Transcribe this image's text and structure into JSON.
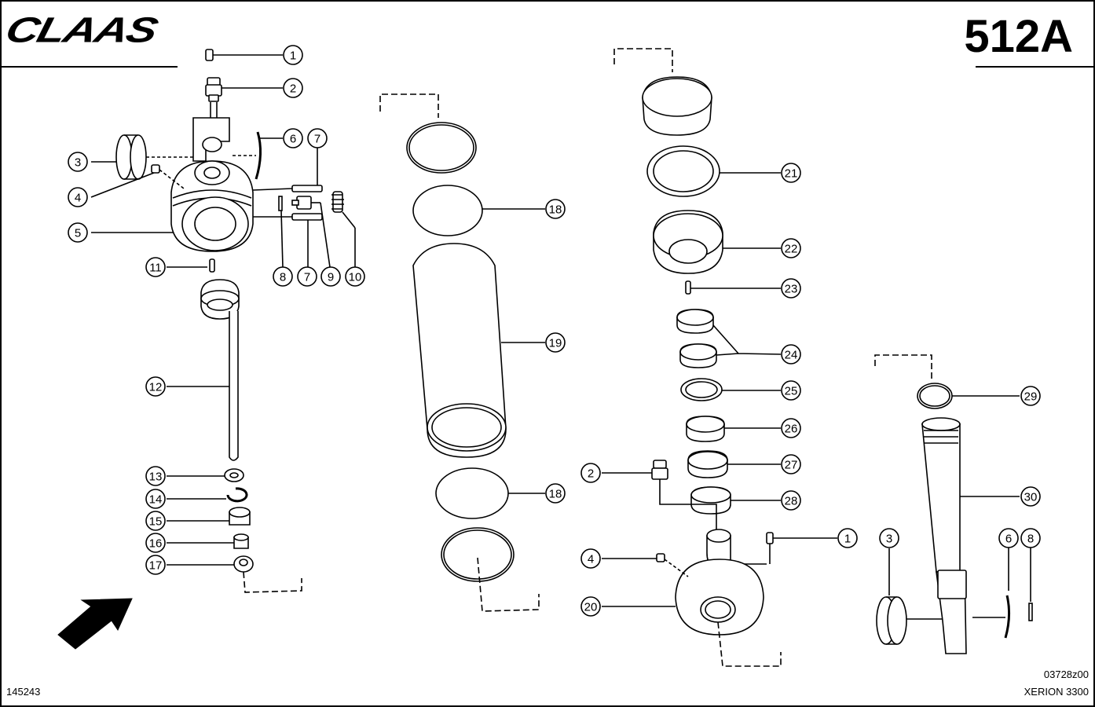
{
  "header": {
    "brand": "CLAAS",
    "page_code": "512A"
  },
  "footer": {
    "drawing_number": "145243",
    "image_code": "03728z00",
    "model": "XERION 3300"
  },
  "callouts": {
    "c1a": "1",
    "c2a": "2",
    "c3a": "3",
    "c4a": "4",
    "c5": "5",
    "c6a": "6",
    "c7a": "7",
    "c8a": "8",
    "c7b": "7",
    "c9": "9",
    "c10": "10",
    "c11": "11",
    "c12": "12",
    "c13": "13",
    "c14": "14",
    "c15": "15",
    "c16": "16",
    "c17": "17",
    "c18a": "18",
    "c19": "19",
    "c18b": "18",
    "c21": "21",
    "c22": "22",
    "c23": "23",
    "c24": "24",
    "c25": "25",
    "c26": "26",
    "c27": "27",
    "c28": "28",
    "c2b": "2",
    "c1b": "1",
    "c4b": "4",
    "c20": "20",
    "c29": "29",
    "c30": "30",
    "c3b": "3",
    "c6b": "6",
    "c8b": "8"
  }
}
